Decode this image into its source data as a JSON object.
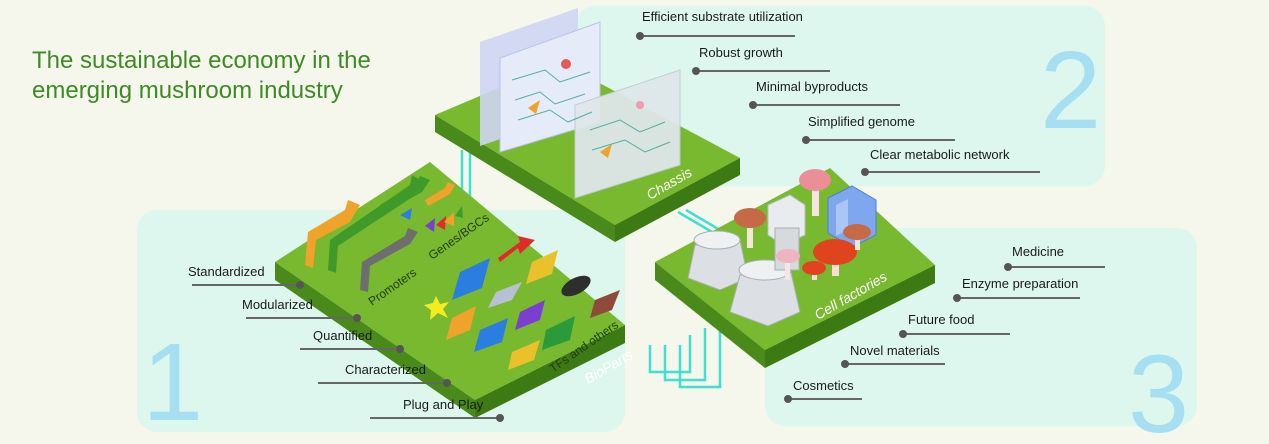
{
  "title": {
    "line1": "The sustainable economy in the",
    "line2": "emerging mushroom industry"
  },
  "numbers": {
    "one": "1",
    "two": "2",
    "three": "3"
  },
  "chassis": {
    "platform_label": "Chassis",
    "features": [
      "Efficient substrate utilization",
      "Robust growth",
      "Minimal byproducts",
      "Simplified genome",
      "Clear metabolic network"
    ]
  },
  "bioparts": {
    "platform_label": "BioParts",
    "sublabels": [
      "Promoters",
      "Genes/BGCs",
      "TFs and others"
    ],
    "features": [
      "Standardized",
      "Modularized",
      "Quantified",
      "Characterized",
      "Plug and Play"
    ]
  },
  "cell_factories": {
    "platform_label": "Cell factories",
    "applications": [
      "Medicine",
      "Enzyme preparation",
      "Future food",
      "Novel materials",
      "Cosmetics"
    ]
  },
  "colors": {
    "title_green": "#3e8a26",
    "platform_top": "#6fb12c",
    "platform_side": "#4a8a1b",
    "panel_fill": "#ddf7ee",
    "number_blue": "#a6dff2",
    "connector": "#3fe0cf"
  }
}
